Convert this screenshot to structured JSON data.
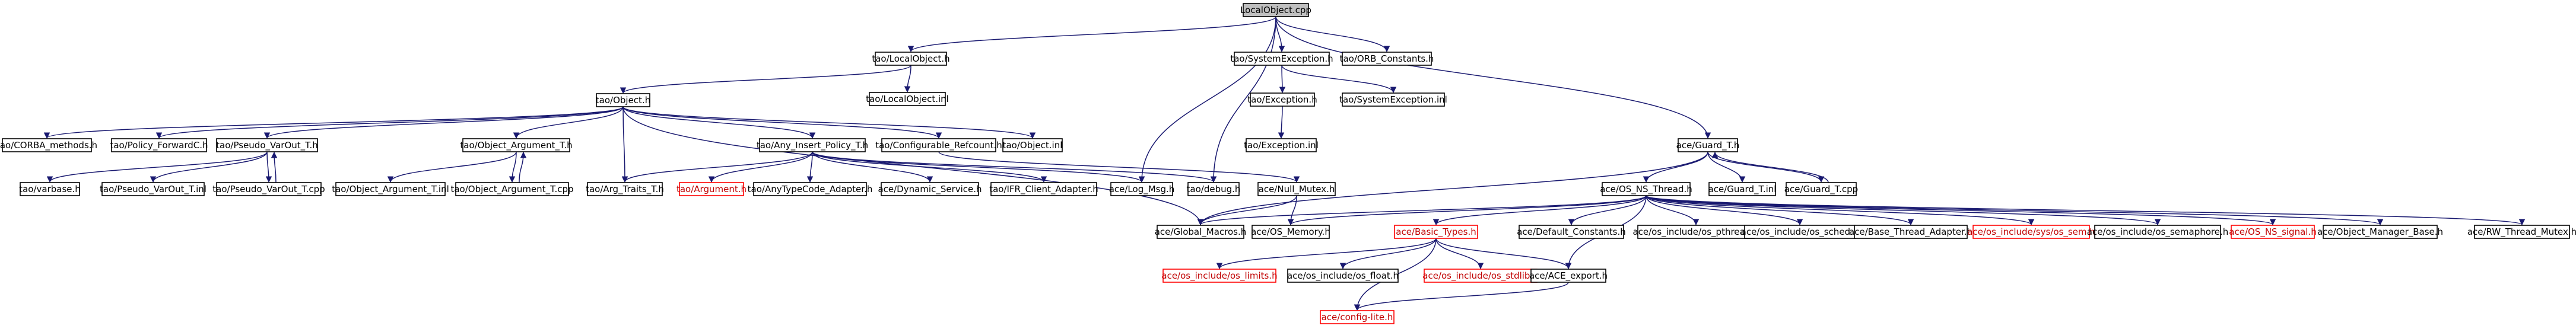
{
  "nodes": [
    {
      "id": "root",
      "label": "LocalObject.cpp",
      "kind": "root"
    },
    {
      "id": "tao_localobject_h",
      "label": "tao/LocalObject.h",
      "kind": "normal"
    },
    {
      "id": "tao_systemexception_h",
      "label": "tao/SystemException.h",
      "kind": "normal"
    },
    {
      "id": "tao_orb_constants_h",
      "label": "tao/ORB_Constants.h",
      "kind": "normal"
    },
    {
      "id": "tao_object_h",
      "label": "tao/Object.h",
      "kind": "normal"
    },
    {
      "id": "tao_localobject_inl",
      "label": "tao/LocalObject.inl",
      "kind": "normal"
    },
    {
      "id": "tao_exception_h",
      "label": "tao/Exception.h",
      "kind": "normal"
    },
    {
      "id": "tao_systemexception_inl",
      "label": "tao/SystemException.inl",
      "kind": "normal"
    },
    {
      "id": "tao_exception_inl",
      "label": "tao/Exception.inl",
      "kind": "normal"
    },
    {
      "id": "ace_guard_t_h",
      "label": "ace/Guard_T.h",
      "kind": "normal"
    },
    {
      "id": "tao_corba_methods_h",
      "label": "tao/CORBA_methods.h",
      "kind": "normal"
    },
    {
      "id": "tao_policy_forwardc_h",
      "label": "tao/Policy_ForwardC.h",
      "kind": "normal"
    },
    {
      "id": "tao_pseudo_varout_t_h",
      "label": "tao/Pseudo_VarOut_T.h",
      "kind": "normal"
    },
    {
      "id": "tao_object_argument_t_h",
      "label": "tao/Object_Argument_T.h",
      "kind": "normal"
    },
    {
      "id": "tao_any_insert_policy_t_h",
      "label": "tao/Any_Insert_Policy_T.h",
      "kind": "normal"
    },
    {
      "id": "tao_configurable_refcount_h",
      "label": "tao/Configurable_Refcount.h",
      "kind": "normal"
    },
    {
      "id": "tao_object_inl",
      "label": "tao/Object.inl",
      "kind": "normal"
    },
    {
      "id": "tao_varbase_h",
      "label": "tao/varbase.h",
      "kind": "normal"
    },
    {
      "id": "tao_pseudo_varout_t_inl",
      "label": "tao/Pseudo_VarOut_T.inl",
      "kind": "normal"
    },
    {
      "id": "tao_pseudo_varout_t_cpp",
      "label": "tao/Pseudo_VarOut_T.cpp",
      "kind": "normal"
    },
    {
      "id": "tao_object_argument_t_inl",
      "label": "tao/Object_Argument_T.inl",
      "kind": "normal"
    },
    {
      "id": "tao_object_argument_t_cpp",
      "label": "tao/Object_Argument_T.cpp",
      "kind": "normal"
    },
    {
      "id": "tao_arg_traits_t_h",
      "label": "tao/Arg_Traits_T.h",
      "kind": "normal"
    },
    {
      "id": "tao_argument_h",
      "label": "tao/Argument.h",
      "kind": "missing"
    },
    {
      "id": "tao_anytypecode_adapter_h",
      "label": "tao/AnyTypeCode_Adapter.h",
      "kind": "normal"
    },
    {
      "id": "ace_dynamic_service_h",
      "label": "ace/Dynamic_Service.h",
      "kind": "normal"
    },
    {
      "id": "tao_ifr_client_adapter_h",
      "label": "tao/IFR_Client_Adapter.h",
      "kind": "normal"
    },
    {
      "id": "ace_log_msg_h",
      "label": "ace/Log_Msg.h",
      "kind": "normal"
    },
    {
      "id": "tao_debug_h",
      "label": "tao/debug.h",
      "kind": "normal"
    },
    {
      "id": "ace_null_mutex_h",
      "label": "ace/Null_Mutex.h",
      "kind": "normal"
    },
    {
      "id": "ace_os_ns_thread_h",
      "label": "ace/OS_NS_Thread.h",
      "kind": "normal"
    },
    {
      "id": "ace_guard_t_inl",
      "label": "ace/Guard_T.inl",
      "kind": "normal"
    },
    {
      "id": "ace_guard_t_cpp",
      "label": "ace/Guard_T.cpp",
      "kind": "normal"
    },
    {
      "id": "ace_global_macros_h",
      "label": "ace/Global_Macros.h",
      "kind": "normal"
    },
    {
      "id": "ace_os_memory_h",
      "label": "ace/OS_Memory.h",
      "kind": "normal"
    },
    {
      "id": "ace_basic_types_h",
      "label": "ace/Basic_Types.h",
      "kind": "missing"
    },
    {
      "id": "ace_default_constants_h",
      "label": "ace/Default_Constants.h",
      "kind": "normal"
    },
    {
      "id": "ace_os_include_os_pthread_h",
      "label": "ace/os_include/os_pthread.h",
      "kind": "normal"
    },
    {
      "id": "ace_os_include_os_sched_h",
      "label": "ace/os_include/os_sched.h",
      "kind": "normal"
    },
    {
      "id": "ace_base_thread_adapter_h",
      "label": "ace/Base_Thread_Adapter.h",
      "kind": "normal"
    },
    {
      "id": "ace_os_include_sys_os_sem_h",
      "label": "ace/os_include/sys/os_sem.h",
      "kind": "missing"
    },
    {
      "id": "ace_os_include_os_semaphore_h",
      "label": "ace/os_include/os_semaphore.h",
      "kind": "normal"
    },
    {
      "id": "ace_os_ns_signal_h",
      "label": "ace/OS_NS_signal.h",
      "kind": "missing"
    },
    {
      "id": "ace_object_manager_base_h",
      "label": "ace/Object_Manager_Base.h",
      "kind": "normal"
    },
    {
      "id": "ace_rw_thread_mutex_h",
      "label": "ace/RW_Thread_Mutex.h",
      "kind": "normal"
    },
    {
      "id": "ace_os_include_os_limits_h",
      "label": "ace/os_include/os_limits.h",
      "kind": "missing"
    },
    {
      "id": "ace_os_include_os_float_h",
      "label": "ace/os_include/os_float.h",
      "kind": "normal"
    },
    {
      "id": "ace_os_include_os_stdlib_h",
      "label": "ace/os_include/os_stdlib.h",
      "kind": "missing"
    },
    {
      "id": "ace_ace_export_h",
      "label": "ace/ACE_export.h",
      "kind": "normal"
    },
    {
      "id": "ace_config_lite_h",
      "label": "ace/config-lite.h",
      "kind": "missing"
    }
  ],
  "edges": [
    [
      "root",
      "tao_localobject_h"
    ],
    [
      "root",
      "tao_systemexception_h"
    ],
    [
      "root",
      "tao_orb_constants_h"
    ],
    [
      "root",
      "ace_guard_t_h"
    ],
    [
      "root",
      "ace_log_msg_h"
    ],
    [
      "root",
      "tao_debug_h"
    ],
    [
      "tao_localobject_h",
      "tao_object_h"
    ],
    [
      "tao_localobject_h",
      "tao_localobject_inl"
    ],
    [
      "tao_systemexception_h",
      "tao_exception_h"
    ],
    [
      "tao_systemexception_h",
      "tao_systemexception_inl"
    ],
    [
      "tao_exception_h",
      "tao_exception_inl"
    ],
    [
      "tao_object_h",
      "tao_corba_methods_h"
    ],
    [
      "tao_object_h",
      "tao_policy_forwardc_h"
    ],
    [
      "tao_object_h",
      "tao_pseudo_varout_t_h"
    ],
    [
      "tao_object_h",
      "tao_object_argument_t_h"
    ],
    [
      "tao_object_h",
      "tao_arg_traits_t_h"
    ],
    [
      "tao_object_h",
      "tao_any_insert_policy_t_h"
    ],
    [
      "tao_object_h",
      "tao_configurable_refcount_h"
    ],
    [
      "tao_object_h",
      "tao_object_inl"
    ],
    [
      "tao_pseudo_varout_t_h",
      "tao_varbase_h"
    ],
    [
      "tao_pseudo_varout_t_h",
      "tao_pseudo_varout_t_inl"
    ],
    [
      "tao_pseudo_varout_t_h",
      "tao_pseudo_varout_t_cpp"
    ],
    [
      "tao_pseudo_varout_t_cpp",
      "tao_pseudo_varout_t_h"
    ],
    [
      "tao_object_argument_t_h",
      "tao_object_argument_t_inl"
    ],
    [
      "tao_object_argument_t_h",
      "tao_object_argument_t_cpp"
    ],
    [
      "tao_object_argument_t_cpp",
      "tao_object_argument_t_h"
    ],
    [
      "tao_any_insert_policy_t_h",
      "tao_arg_traits_t_h"
    ],
    [
      "tao_any_insert_policy_t_h",
      "tao_argument_h"
    ],
    [
      "tao_any_insert_policy_t_h",
      "tao_anytypecode_adapter_h"
    ],
    [
      "tao_any_insert_policy_t_h",
      "ace_dynamic_service_h"
    ],
    [
      "tao_any_insert_policy_t_h",
      "tao_ifr_client_adapter_h"
    ],
    [
      "tao_any_insert_policy_t_h",
      "ace_log_msg_h"
    ],
    [
      "tao_any_insert_policy_t_h",
      "tao_debug_h"
    ],
    [
      "tao_configurable_refcount_h",
      "ace_null_mutex_h"
    ],
    [
      "tao_object_h",
      "ace_global_macros_h"
    ],
    [
      "ace_guard_t_h",
      "ace_global_macros_h"
    ],
    [
      "ace_guard_t_h",
      "ace_os_ns_thread_h"
    ],
    [
      "ace_guard_t_h",
      "ace_guard_t_inl"
    ],
    [
      "ace_guard_t_h",
      "ace_guard_t_cpp"
    ],
    [
      "ace_guard_t_cpp",
      "ace_guard_t_h"
    ],
    [
      "ace_null_mutex_h",
      "ace_global_macros_h"
    ],
    [
      "ace_null_mutex_h",
      "ace_os_memory_h"
    ],
    [
      "ace_os_ns_thread_h",
      "ace_global_macros_h"
    ],
    [
      "ace_os_ns_thread_h",
      "ace_os_memory_h"
    ],
    [
      "ace_os_ns_thread_h",
      "ace_basic_types_h"
    ],
    [
      "ace_os_ns_thread_h",
      "ace_default_constants_h"
    ],
    [
      "ace_os_ns_thread_h",
      "ace_os_include_os_pthread_h"
    ],
    [
      "ace_os_ns_thread_h",
      "ace_os_include_os_sched_h"
    ],
    [
      "ace_os_ns_thread_h",
      "ace_base_thread_adapter_h"
    ],
    [
      "ace_os_ns_thread_h",
      "ace_os_include_sys_os_sem_h"
    ],
    [
      "ace_os_ns_thread_h",
      "ace_os_include_os_semaphore_h"
    ],
    [
      "ace_os_ns_thread_h",
      "ace_os_ns_signal_h"
    ],
    [
      "ace_os_ns_thread_h",
      "ace_object_manager_base_h"
    ],
    [
      "ace_os_ns_thread_h",
      "ace_rw_thread_mutex_h"
    ],
    [
      "ace_os_ns_thread_h",
      "ace_ace_export_h"
    ],
    [
      "ace_basic_types_h",
      "ace_os_include_os_limits_h"
    ],
    [
      "ace_basic_types_h",
      "ace_os_include_os_float_h"
    ],
    [
      "ace_basic_types_h",
      "ace_os_include_os_stdlib_h"
    ],
    [
      "ace_basic_types_h",
      "ace_ace_export_h"
    ],
    [
      "ace_basic_types_h",
      "ace_config_lite_h"
    ],
    [
      "ace_ace_export_h",
      "ace_config_lite_h"
    ]
  ],
  "colors": {
    "edge": "#191970",
    "root_fill": "#bfbfbf",
    "missing_border": "#ff0000",
    "node_border": "#000000"
  }
}
